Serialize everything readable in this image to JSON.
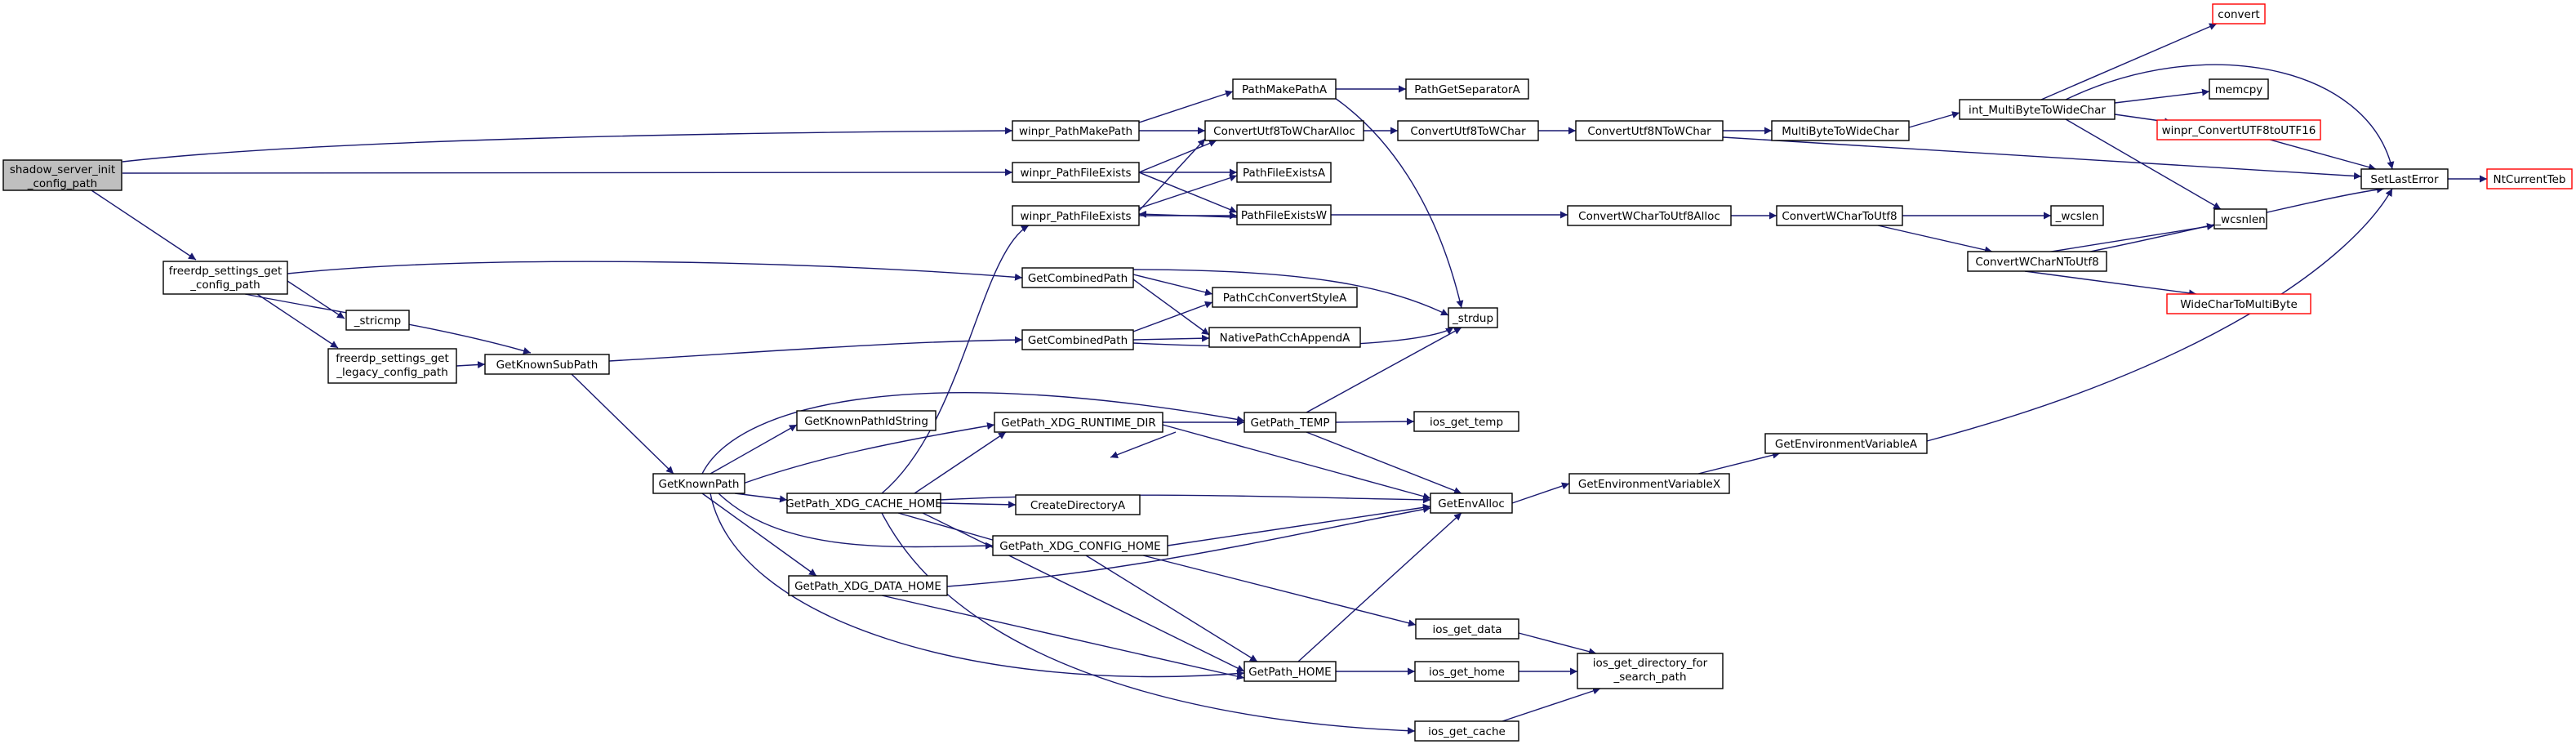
{
  "colors": {
    "edge": "#191970",
    "root_fill": "#bfbfbf",
    "node_border": "#000000",
    "external_border": "#ff0000",
    "node_fill": "#ffffff"
  },
  "nodes": [
    {
      "id": "n_root",
      "lines": [
        "shadow_server_init",
        "_config_path"
      ],
      "kind": "root"
    },
    {
      "id": "n_fsgcp",
      "lines": [
        "freerdp_settings_get",
        "_config_path"
      ],
      "kind": "normal"
    },
    {
      "id": "n_stricmp",
      "lines": [
        "_stricmp"
      ],
      "kind": "normal"
    },
    {
      "id": "n_fsglcp",
      "lines": [
        "freerdp_settings_get",
        "_legacy_config_path"
      ],
      "kind": "normal"
    },
    {
      "id": "n_gksp",
      "lines": [
        "GetKnownSubPath"
      ],
      "kind": "normal"
    },
    {
      "id": "n_gkp",
      "lines": [
        "GetKnownPath"
      ],
      "kind": "normal"
    },
    {
      "id": "n_gkpis",
      "lines": [
        "GetKnownPathIdString"
      ],
      "kind": "normal"
    },
    {
      "id": "n_xcache",
      "lines": [
        "GetPath_XDG_CACHE_HOME"
      ],
      "kind": "normal"
    },
    {
      "id": "n_xdata",
      "lines": [
        "GetPath_XDG_DATA_HOME"
      ],
      "kind": "normal"
    },
    {
      "id": "n_wpmp",
      "lines": [
        "winpr_PathMakePath"
      ],
      "kind": "normal"
    },
    {
      "id": "n_wpfe1",
      "lines": [
        "winpr_PathFileExists"
      ],
      "kind": "normal"
    },
    {
      "id": "n_wpfe2",
      "lines": [
        "winpr_PathFileExists"
      ],
      "kind": "normal"
    },
    {
      "id": "n_gcp1",
      "lines": [
        "GetCombinedPath"
      ],
      "kind": "normal"
    },
    {
      "id": "n_gcp2",
      "lines": [
        "GetCombinedPath"
      ],
      "kind": "normal"
    },
    {
      "id": "n_xrt",
      "lines": [
        "GetPath_XDG_RUNTIME_DIR"
      ],
      "kind": "normal"
    },
    {
      "id": "n_cda",
      "lines": [
        "CreateDirectoryA"
      ],
      "kind": "normal"
    },
    {
      "id": "n_xcfg",
      "lines": [
        "GetPath_XDG_CONFIG_HOME"
      ],
      "kind": "normal"
    },
    {
      "id": "n_pmpa",
      "lines": [
        "PathMakePathA"
      ],
      "kind": "normal"
    },
    {
      "id": "n_cu8wca",
      "lines": [
        "ConvertUtf8ToWCharAlloc"
      ],
      "kind": "normal"
    },
    {
      "id": "n_pfea",
      "lines": [
        "PathFileExistsA"
      ],
      "kind": "normal"
    },
    {
      "id": "n_pfew",
      "lines": [
        "PathFileExistsW"
      ],
      "kind": "normal"
    },
    {
      "id": "n_pccsa",
      "lines": [
        "PathCchConvertStyleA"
      ],
      "kind": "normal"
    },
    {
      "id": "n_npcca",
      "lines": [
        "NativePathCchAppendA"
      ],
      "kind": "normal"
    },
    {
      "id": "n_gtemp",
      "lines": [
        "GetPath_TEMP"
      ],
      "kind": "normal"
    },
    {
      "id": "n_ghome",
      "lines": [
        "GetPath_HOME"
      ],
      "kind": "normal"
    },
    {
      "id": "n_pgsa",
      "lines": [
        "PathGetSeparatorA"
      ],
      "kind": "normal"
    },
    {
      "id": "n_cu8wc",
      "lines": [
        "ConvertUtf8ToWChar"
      ],
      "kind": "normal"
    },
    {
      "id": "n_strdup",
      "lines": [
        "_strdup"
      ],
      "kind": "normal"
    },
    {
      "id": "n_iostemp",
      "lines": [
        "ios_get_temp"
      ],
      "kind": "normal"
    },
    {
      "id": "n_gea",
      "lines": [
        "GetEnvAlloc"
      ],
      "kind": "normal"
    },
    {
      "id": "n_iosdata",
      "lines": [
        "ios_get_data"
      ],
      "kind": "normal"
    },
    {
      "id": "n_ioshome",
      "lines": [
        "ios_get_home"
      ],
      "kind": "normal"
    },
    {
      "id": "n_ioscache",
      "lines": [
        "ios_get_cache"
      ],
      "kind": "normal"
    },
    {
      "id": "n_cu8nwc",
      "lines": [
        "ConvertUtf8NToWChar"
      ],
      "kind": "normal"
    },
    {
      "id": "n_cwcu8a",
      "lines": [
        "ConvertWCharToUtf8Alloc"
      ],
      "kind": "normal"
    },
    {
      "id": "n_gevx",
      "lines": [
        "GetEnvironmentVariableX"
      ],
      "kind": "normal"
    },
    {
      "id": "n_iosdir",
      "lines": [
        "ios_get_directory_for",
        "_search_path"
      ],
      "kind": "normal"
    },
    {
      "id": "n_mbtwc",
      "lines": [
        "MultiByteToWideChar"
      ],
      "kind": "normal"
    },
    {
      "id": "n_cwcu8",
      "lines": [
        "ConvertWCharToUtf8"
      ],
      "kind": "normal"
    },
    {
      "id": "n_geva",
      "lines": [
        "GetEnvironmentVariableA"
      ],
      "kind": "normal"
    },
    {
      "id": "n_imbtwc",
      "lines": [
        "int_MultiByteToWideChar"
      ],
      "kind": "normal"
    },
    {
      "id": "n_wcslen",
      "lines": [
        "_wcslen"
      ],
      "kind": "normal"
    },
    {
      "id": "n_cwcnu8",
      "lines": [
        "ConvertWCharNToUtf8"
      ],
      "kind": "normal"
    },
    {
      "id": "n_convert",
      "lines": [
        "convert"
      ],
      "kind": "external"
    },
    {
      "id": "n_memcpy",
      "lines": [
        "memcpy"
      ],
      "kind": "normal"
    },
    {
      "id": "n_wcu8u16",
      "lines": [
        "winpr_ConvertUTF8toUTF16"
      ],
      "kind": "external"
    },
    {
      "id": "n_wcsnlen",
      "lines": [
        "_wcsnlen"
      ],
      "kind": "normal"
    },
    {
      "id": "n_wctmb",
      "lines": [
        "WideCharToMultiByte"
      ],
      "kind": "external"
    },
    {
      "id": "n_sle",
      "lines": [
        "SetLastError"
      ],
      "kind": "normal"
    },
    {
      "id": "n_ntct",
      "lines": [
        "NtCurrentTeb"
      ],
      "kind": "external"
    }
  ]
}
